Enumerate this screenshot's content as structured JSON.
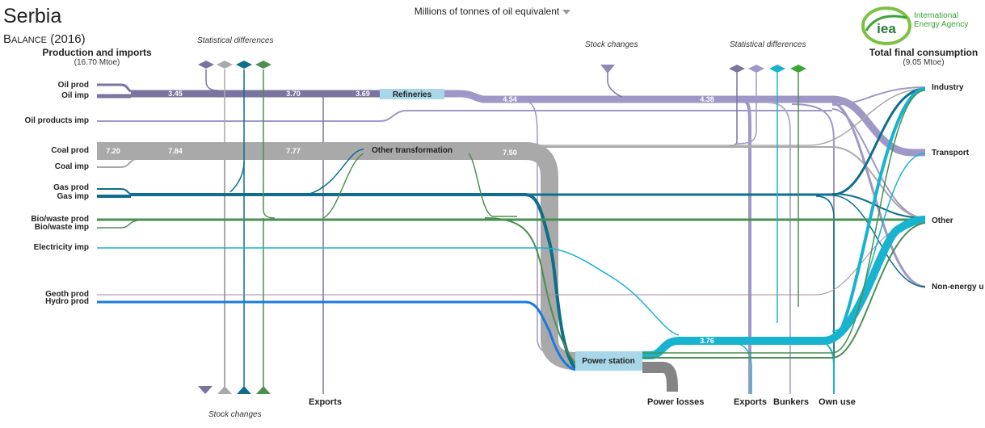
{
  "header": {
    "country": "Serbia",
    "subtitle_word": "Balance",
    "subtitle_year": "(2016)",
    "unit_selector": "Millions of tonnes of oil equivalent"
  },
  "logo": {
    "mark": "iea",
    "line1": "International",
    "line2": "Energy Agency"
  },
  "left_column": {
    "title": "Production and imports",
    "total": "(16.70 Mtoe)"
  },
  "right_column": {
    "title": "Total final consumption",
    "total": "(9.05 Mtoe)"
  },
  "sources": {
    "oil_prod": "Oil prod",
    "oil_imp": "Oil imp",
    "oil_products_imp": "Oil products imp",
    "coal_prod": "Coal prod",
    "coal_imp": "Coal imp",
    "gas_prod": "Gas prod",
    "gas_imp": "Gas imp",
    "biowaste_prod": "Bio/waste prod",
    "biowaste_imp": "Bio/waste imp",
    "electricity_imp": "Electricity imp",
    "geoth_prod": "Geoth prod",
    "hydro_prod": "Hydro prod"
  },
  "sinks": {
    "industry": "Industry",
    "transport": "Transport",
    "other": "Other",
    "non_energy": "Non-energy u"
  },
  "annotations": {
    "stat_diff_left": "Statistical differences",
    "stat_diff_right": "Statistical differences",
    "stock_changes_top": "Stock  changes",
    "stock_changes_bottom": "Stock changes"
  },
  "bottom_labels": {
    "exports_left": "Exports",
    "power_losses": "Power losses",
    "exports_right": "Exports",
    "bunkers": "Bunkers",
    "own_use": "Own use"
  },
  "nodes": {
    "refineries": "Refineries",
    "other_transformation": "Other transformation",
    "power_station": "Power station"
  },
  "flow_values": {
    "oil_1": "3.45",
    "oil_2": "3.70",
    "oil_3": "3.69",
    "oil_after_ref": "4.54",
    "oil_to_fc": "4.38",
    "coal_1": "7.20",
    "coal_2": "7.84",
    "coal_3": "7.77",
    "coal_4": "7.50",
    "elec_out": "3.76"
  },
  "colors": {
    "oil": "#7b74a1",
    "oil_products": "#9f97c6",
    "coal": "#a9a9a9",
    "gas": "#0e6e8c",
    "biowaste": "#4a8f51",
    "electricity": "#18b3cf",
    "hydro": "#1a7ae0",
    "geoth": "#c48a8a",
    "node_fill": "#a8d8e8",
    "losses": "#858585"
  }
}
